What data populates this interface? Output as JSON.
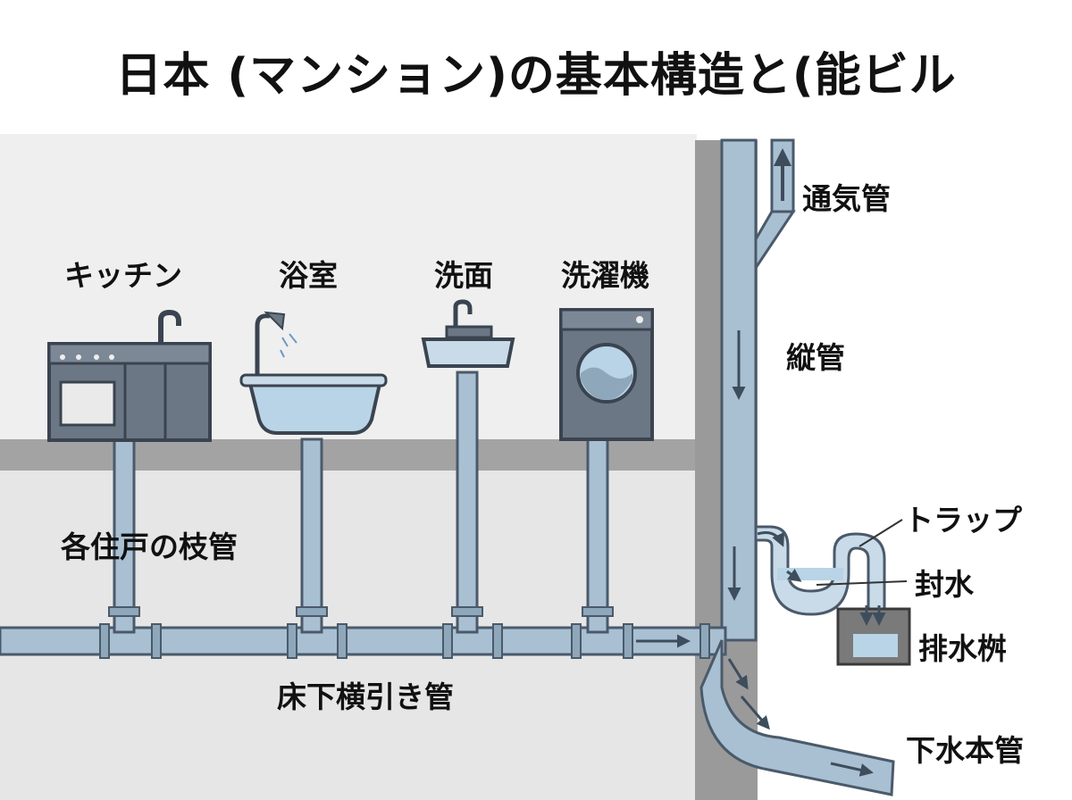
{
  "title": "日本 (マンション)の基本構造と(能ビル",
  "fixtures": {
    "kitchen": "キッチン",
    "bathroom": "浴室",
    "washbasin": "洗面",
    "washing_machine": "洗濯機"
  },
  "pipes": {
    "vent_pipe": "通気管",
    "vertical_pipe": "縦管",
    "branch_pipe": "各住戸の枝管",
    "horizontal_pipe": "床下横引き管",
    "sewer_main": "下水本管"
  },
  "trap_section": {
    "trap": "トラップ",
    "seal_water": "封水",
    "drain_basin": "排水桝"
  },
  "colors": {
    "pipe_fill": "#a9c0d3",
    "pipe_stroke": "#4a5a6a",
    "wall": "#9a9a9a",
    "background_gray": "#ececec",
    "floor": "#a3a3a3",
    "water": "#b9d4e6",
    "fixture_body": "#6b7785",
    "arrow": "#3e4d5c"
  }
}
